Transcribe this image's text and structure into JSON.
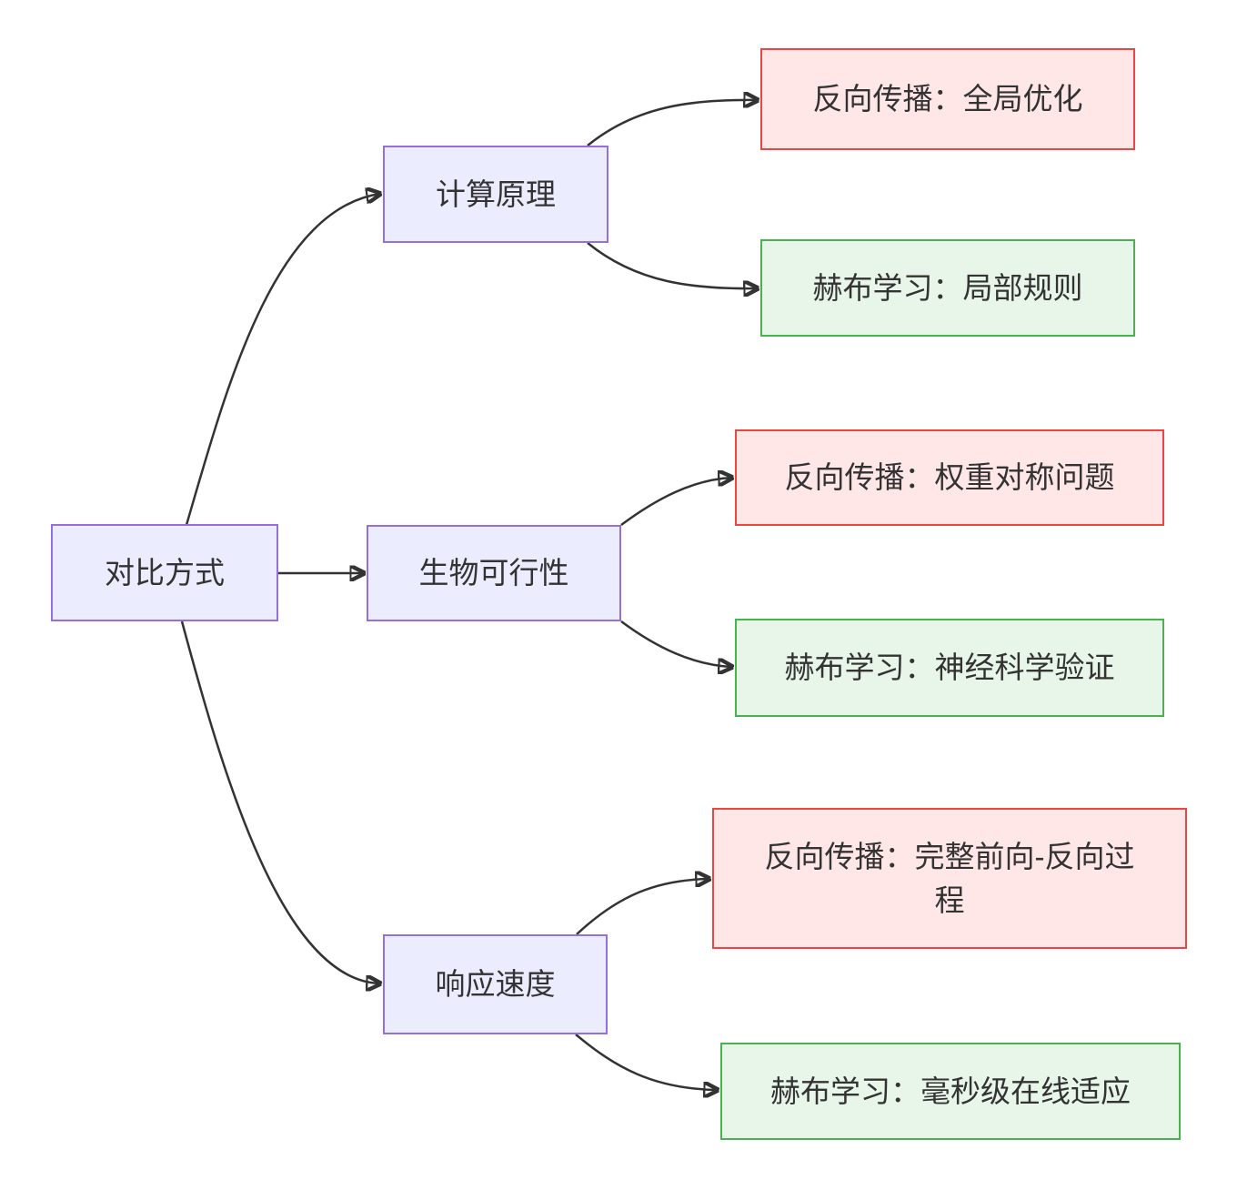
{
  "diagram": {
    "type": "flowchart",
    "direction": "left-to-right",
    "nodes": {
      "root": {
        "label": "对比方式"
      },
      "principle": {
        "label": "计算原理"
      },
      "bio": {
        "label": "生物可行性"
      },
      "speed": {
        "label": "响应速度"
      },
      "bp_principle": {
        "label": "反向传播：全局优化"
      },
      "hebb_principle": {
        "label": "赫布学习：局部规则"
      },
      "bp_bio": {
        "label": "反向传播：权重对称问题"
      },
      "hebb_bio": {
        "label": "赫布学习：神经科学验证"
      },
      "bp_speed": {
        "label": "反向传播：完整前向-反向过程"
      },
      "hebb_speed": {
        "label": "赫布学习：毫秒级在线适应"
      }
    },
    "edges": [
      {
        "from": "root",
        "to": "principle"
      },
      {
        "from": "root",
        "to": "bio"
      },
      {
        "from": "root",
        "to": "speed"
      },
      {
        "from": "principle",
        "to": "bp_principle"
      },
      {
        "from": "principle",
        "to": "hebb_principle"
      },
      {
        "from": "bio",
        "to": "bp_bio"
      },
      {
        "from": "bio",
        "to": "hebb_bio"
      },
      {
        "from": "speed",
        "to": "bp_speed"
      },
      {
        "from": "speed",
        "to": "hebb_speed"
      }
    ],
    "colors": {
      "category_fill": "#ECECFF",
      "category_border": "#9370DB",
      "backprop_fill": "#FFE7E7",
      "backprop_border": "#EF4444",
      "hebbian_fill": "#E8F5E9",
      "hebbian_border": "#4CAF50",
      "edge_stroke": "#333333",
      "text": "#333333",
      "background": "#FFFFFF"
    }
  }
}
